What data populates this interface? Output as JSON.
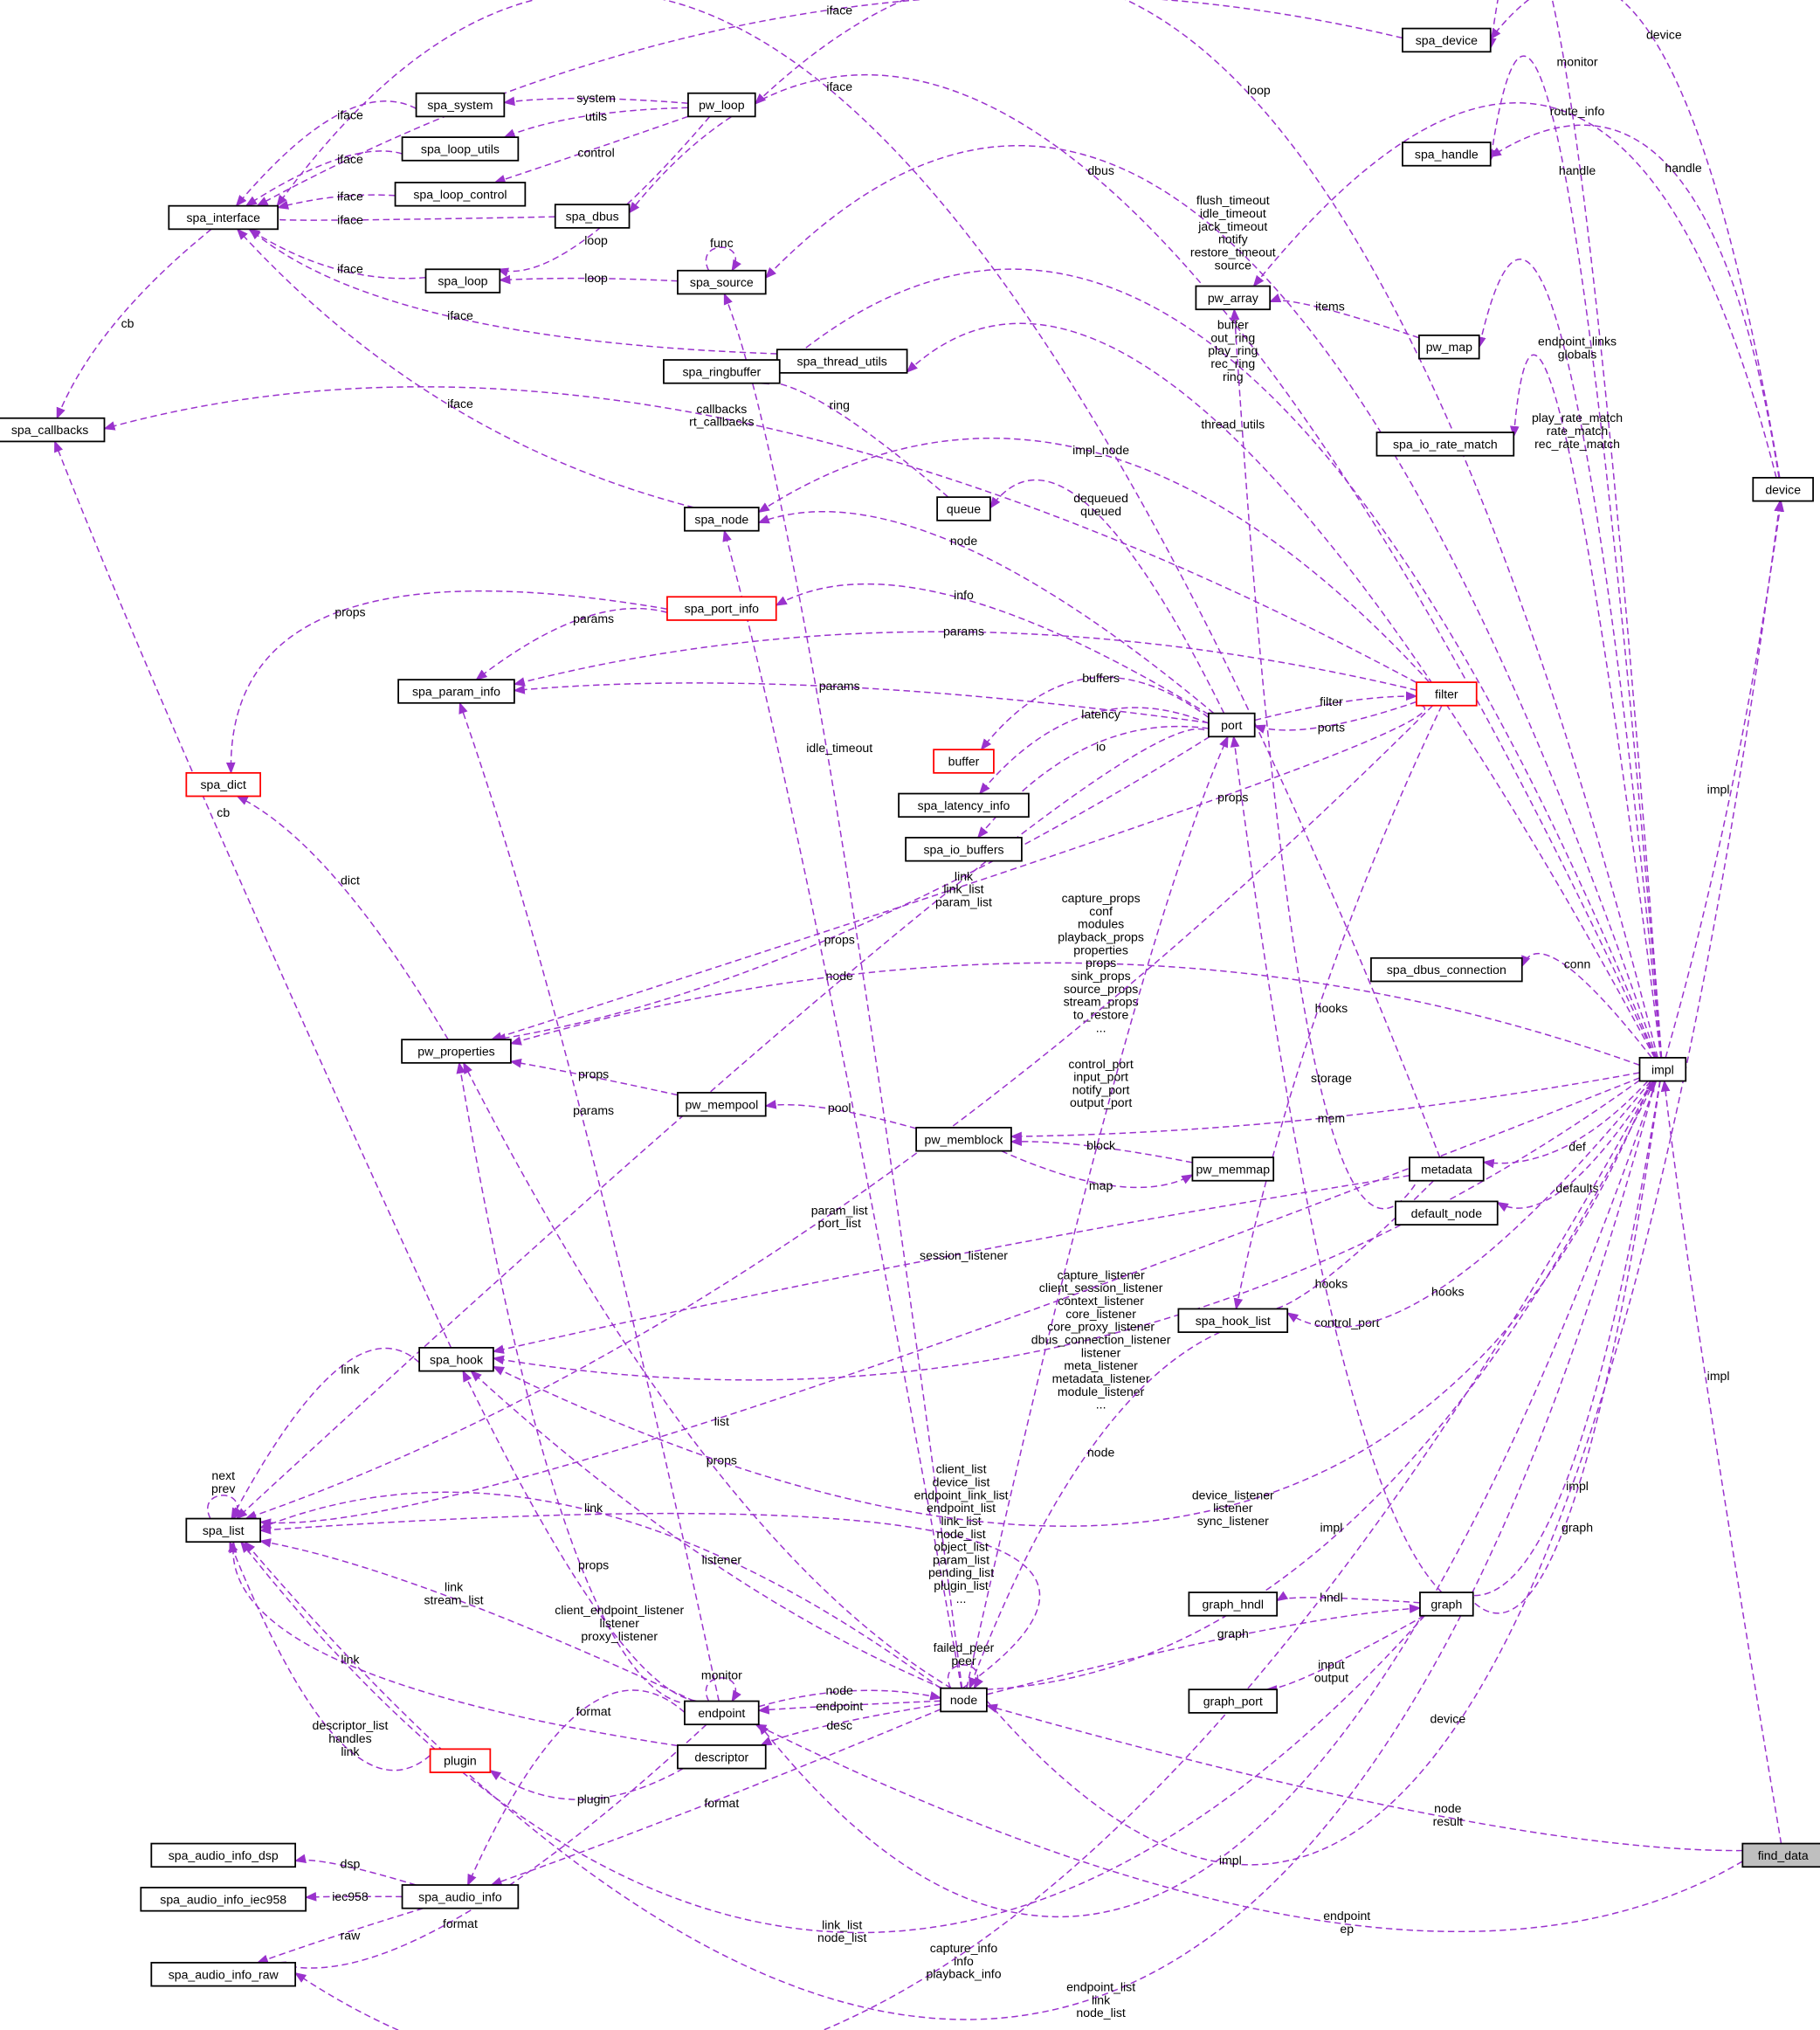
{
  "colors": {
    "edge": "#9a32cd",
    "border": "#000000",
    "red_border": "#ff0000",
    "highlight_fill": "#bfbfbf"
  },
  "nodes": [
    {
      "id": "spa_device",
      "label": "spa_device"
    },
    {
      "id": "spa_handle",
      "label": "spa_handle"
    },
    {
      "id": "spa_system",
      "label": "spa_system"
    },
    {
      "id": "pw_loop",
      "label": "pw_loop"
    },
    {
      "id": "spa_loop_utils",
      "label": "spa_loop_utils"
    },
    {
      "id": "spa_loop_control",
      "label": "spa_loop_control"
    },
    {
      "id": "spa_interface",
      "label": "spa_interface"
    },
    {
      "id": "spa_dbus",
      "label": "spa_dbus"
    },
    {
      "id": "spa_source",
      "label": "spa_source"
    },
    {
      "id": "spa_loop",
      "label": "spa_loop"
    },
    {
      "id": "pw_array",
      "label": "pw_array"
    },
    {
      "id": "pw_map",
      "label": "pw_map"
    },
    {
      "id": "spa_thread_utils",
      "label": "spa_thread_utils"
    },
    {
      "id": "spa_ringbuffer",
      "label": "spa_ringbuffer"
    },
    {
      "id": "spa_callbacks",
      "label": "spa_callbacks"
    },
    {
      "id": "spa_io_rate_match",
      "label": "spa_io_rate_match"
    },
    {
      "id": "device",
      "label": "device"
    },
    {
      "id": "queue",
      "label": "queue"
    },
    {
      "id": "spa_node",
      "label": "spa_node"
    },
    {
      "id": "spa_port_info",
      "label": "spa_port_info",
      "border": "#ff0000"
    },
    {
      "id": "spa_param_info",
      "label": "spa_param_info"
    },
    {
      "id": "filter",
      "label": "filter",
      "border": "#ff0000"
    },
    {
      "id": "port",
      "label": "port"
    },
    {
      "id": "buffer",
      "label": "buffer",
      "border": "#ff0000"
    },
    {
      "id": "spa_dict",
      "label": "spa_dict",
      "border": "#ff0000"
    },
    {
      "id": "spa_latency_info",
      "label": "spa_latency_info"
    },
    {
      "id": "spa_io_buffers",
      "label": "spa_io_buffers"
    },
    {
      "id": "spa_dbus_connection",
      "label": "spa_dbus_connection"
    },
    {
      "id": "pw_properties",
      "label": "pw_properties"
    },
    {
      "id": "impl",
      "label": "impl"
    },
    {
      "id": "pw_mempool",
      "label": "pw_mempool"
    },
    {
      "id": "pw_memblock",
      "label": "pw_memblock"
    },
    {
      "id": "metadata",
      "label": "metadata"
    },
    {
      "id": "pw_memmap",
      "label": "pw_memmap"
    },
    {
      "id": "default_node",
      "label": "default_node"
    },
    {
      "id": "spa_hook_list",
      "label": "spa_hook_list"
    },
    {
      "id": "spa_hook",
      "label": "spa_hook"
    },
    {
      "id": "spa_list",
      "label": "spa_list"
    },
    {
      "id": "graph_hndl",
      "label": "graph_hndl"
    },
    {
      "id": "graph",
      "label": "graph"
    },
    {
      "id": "graph_port",
      "label": "graph_port"
    },
    {
      "id": "endpoint",
      "label": "endpoint"
    },
    {
      "id": "node",
      "label": "node"
    },
    {
      "id": "descriptor",
      "label": "descriptor"
    },
    {
      "id": "plugin",
      "label": "plugin",
      "border": "#ff0000"
    },
    {
      "id": "find_data",
      "label": "find_data",
      "fill": "#bfbfbf"
    },
    {
      "id": "spa_audio_info_dsp",
      "label": "spa_audio_info_dsp"
    },
    {
      "id": "spa_audio_info_iec958",
      "label": "spa_audio_info_iec958"
    },
    {
      "id": "spa_audio_info",
      "label": "spa_audio_info"
    },
    {
      "id": "spa_audio_info_raw",
      "label": "spa_audio_info_raw"
    }
  ],
  "edges": [
    {
      "from": "device",
      "to": "spa_device",
      "label": [
        "device"
      ]
    },
    {
      "from": "impl",
      "to": "spa_device",
      "label": [
        "monitor"
      ]
    },
    {
      "from": "spa_device",
      "to": "spa_interface",
      "label": [
        "iface"
      ]
    },
    {
      "from": "metadata",
      "to": "spa_interface",
      "label": [
        "iface"
      ]
    },
    {
      "from": "impl",
      "to": "pw_loop",
      "label": [
        "loop"
      ]
    },
    {
      "from": "pw_loop",
      "to": "spa_system",
      "label": [
        "system"
      ]
    },
    {
      "from": "pw_loop",
      "to": "spa_loop_utils",
      "label": [
        "utils"
      ]
    },
    {
      "from": "pw_loop",
      "to": "spa_loop_control",
      "label": [
        "control"
      ]
    },
    {
      "from": "pw_loop",
      "to": "spa_loop",
      "label": [
        "loop"
      ]
    },
    {
      "from": "spa_system",
      "to": "spa_interface",
      "label": [
        "iface"
      ]
    },
    {
      "from": "spa_loop_utils",
      "to": "spa_interface",
      "label": [
        "iface"
      ]
    },
    {
      "from": "spa_loop_control",
      "to": "spa_interface",
      "label": [
        "iface"
      ]
    },
    {
      "from": "spa_dbus",
      "to": "spa_interface",
      "label": [
        "iface"
      ]
    },
    {
      "from": "spa_loop",
      "to": "spa_interface",
      "label": [
        "iface"
      ]
    },
    {
      "from": "spa_thread_utils",
      "to": "spa_interface",
      "label": [
        "iface"
      ]
    },
    {
      "from": "spa_node",
      "to": "spa_interface",
      "label": [
        "iface"
      ]
    },
    {
      "from": "spa_interface",
      "to": "spa_callbacks",
      "label": [
        "cb"
      ]
    },
    {
      "from": "impl",
      "to": "spa_dbus",
      "label": [
        "dbus"
      ]
    },
    {
      "from": "device",
      "to": "spa_handle",
      "label": [
        "handle"
      ]
    },
    {
      "from": "impl",
      "to": "spa_handle",
      "label": [
        "handle"
      ]
    },
    {
      "from": "device",
      "to": "pw_array",
      "label": [
        "route_info"
      ]
    },
    {
      "from": "impl",
      "to": "spa_source",
      "label": [
        "flush_timeout",
        "idle_timeout",
        "jack_timeout",
        "notify",
        "restore_timeout",
        "source"
      ]
    },
    {
      "from": "spa_source",
      "to": "spa_source",
      "label": [
        "func"
      ]
    },
    {
      "from": "spa_source",
      "to": "spa_loop",
      "label": [
        "loop"
      ]
    },
    {
      "from": "impl",
      "to": "spa_ringbuffer",
      "label": [
        "buffer",
        "out_ring",
        "play_ring",
        "rec_ring",
        "ring"
      ]
    },
    {
      "from": "pw_map",
      "to": "pw_array",
      "label": [
        "items"
      ]
    },
    {
      "from": "impl",
      "to": "pw_map",
      "label": [
        "endpoint_links",
        "globals"
      ]
    },
    {
      "from": "impl",
      "to": "spa_thread_utils",
      "label": [
        "thread_utils"
      ]
    },
    {
      "from": "filter",
      "to": "spa_callbacks",
      "label": [
        "callbacks",
        "rt_callbacks"
      ]
    },
    {
      "from": "queue",
      "to": "spa_ringbuffer",
      "label": [
        "ring"
      ]
    },
    {
      "from": "impl",
      "to": "spa_io_rate_match",
      "label": [
        "play_rate_match",
        "rate_match",
        "rec_rate_match"
      ]
    },
    {
      "from": "impl",
      "to": "device",
      "label": [
        "impl"
      ]
    },
    {
      "from": "filter",
      "to": "spa_node",
      "label": [
        "impl_node"
      ]
    },
    {
      "from": "port",
      "to": "queue",
      "label": [
        "dequeued",
        "queued"
      ]
    },
    {
      "from": "port",
      "to": "spa_node",
      "label": [
        "node"
      ]
    },
    {
      "from": "port",
      "to": "spa_port_info",
      "label": [
        "info"
      ]
    },
    {
      "from": "filter",
      "to": "spa_param_info",
      "label": [
        "params"
      ]
    },
    {
      "from": "port",
      "to": "spa_param_info",
      "label": [
        "params"
      ]
    },
    {
      "from": "spa_port_info",
      "to": "spa_param_info",
      "label": [
        "params"
      ]
    },
    {
      "from": "spa_port_info",
      "to": "spa_dict",
      "label": [
        "props"
      ]
    },
    {
      "from": "port",
      "to": "buffer",
      "label": [
        "buffers"
      ]
    },
    {
      "from": "port",
      "to": "spa_latency_info",
      "label": [
        "latency"
      ]
    },
    {
      "from": "port",
      "to": "spa_io_buffers",
      "label": [
        "io"
      ]
    },
    {
      "from": "port",
      "to": "filter",
      "label": [
        "filter"
      ]
    },
    {
      "from": "filter",
      "to": "port",
      "label": [
        "ports"
      ]
    },
    {
      "from": "filter",
      "to": "pw_properties",
      "label": [
        "props"
      ]
    },
    {
      "from": "port",
      "to": "pw_properties",
      "label": [
        "props"
      ]
    },
    {
      "from": "node",
      "to": "spa_source",
      "label": [
        "idle_timeout"
      ]
    },
    {
      "from": "port",
      "to": "spa_list",
      "label": [
        "link",
        "link_list",
        "param_list"
      ]
    },
    {
      "from": "pw_properties",
      "to": "spa_dict",
      "label": [
        "dict"
      ]
    },
    {
      "from": "spa_hook",
      "to": "spa_callbacks",
      "label": [
        "cb"
      ]
    },
    {
      "from": "node",
      "to": "spa_node",
      "label": [
        "node"
      ]
    },
    {
      "from": "impl",
      "to": "pw_properties",
      "label": [
        "capture_props",
        "conf",
        "modules",
        "playback_props",
        "properties",
        "props",
        "sink_props",
        "source_props",
        "stream_props",
        "to_restore",
        "..."
      ]
    },
    {
      "from": "node",
      "to": "port",
      "label": [
        "control_port",
        "input_port",
        "notify_port",
        "output_port"
      ]
    },
    {
      "from": "impl",
      "to": "spa_dbus_connection",
      "label": [
        "conn"
      ]
    },
    {
      "from": "pw_mempool",
      "to": "pw_properties",
      "label": [
        "props"
      ]
    },
    {
      "from": "endpoint",
      "to": "spa_param_info",
      "label": [
        "params"
      ]
    },
    {
      "from": "pw_memblock",
      "to": "pw_mempool",
      "label": [
        "pool"
      ]
    },
    {
      "from": "impl",
      "to": "pw_memblock",
      "label": [
        "mem"
      ]
    },
    {
      "from": "pw_memmap",
      "to": "pw_memblock",
      "label": [
        "block"
      ]
    },
    {
      "from": "pw_memblock",
      "to": "pw_memmap",
      "label": [
        "map"
      ]
    },
    {
      "from": "metadata",
      "to": "pw_array",
      "label": [
        "storage"
      ]
    },
    {
      "from": "graph",
      "to": "port",
      "label": [
        "control_port"
      ]
    },
    {
      "from": "impl",
      "to": "metadata",
      "label": [
        "def"
      ]
    },
    {
      "from": "impl",
      "to": "default_node",
      "label": [
        "defaults"
      ]
    },
    {
      "from": "impl",
      "to": "spa_hook_list",
      "label": [
        "hooks"
      ]
    },
    {
      "from": "metadata",
      "to": "spa_hook_list",
      "label": [
        "hooks"
      ]
    },
    {
      "from": "filter",
      "to": "spa_hook_list",
      "label": [
        "hooks"
      ]
    },
    {
      "from": "filter",
      "to": "spa_list",
      "label": [
        "param_list",
        "port_list"
      ]
    },
    {
      "from": "metadata",
      "to": "spa_hook",
      "label": [
        "session_listener"
      ]
    },
    {
      "from": "impl",
      "to": "spa_hook",
      "label": [
        "capture_listener",
        "client_session_listener",
        "context_listener",
        "core_listener",
        "core_proxy_listener",
        "dbus_connection_listener",
        "listener",
        "meta_listener",
        "metadata_listener",
        "module_listener",
        "..."
      ]
    },
    {
      "from": "spa_hook",
      "to": "spa_list",
      "label": [
        "link"
      ]
    },
    {
      "from": "spa_list",
      "to": "spa_list",
      "label": [
        "next",
        "prev"
      ]
    },
    {
      "from": "impl",
      "to": "spa_list",
      "label": [
        "list"
      ]
    },
    {
      "from": "spa_hook_list",
      "to": "node",
      "label": [
        "node"
      ]
    },
    {
      "from": "node",
      "to": "spa_list",
      "label": [
        "client_list",
        "device_list",
        "endpoint_link_list",
        "endpoint_list",
        "link_list",
        "node_list",
        "object_list",
        "param_list",
        "pending_list",
        "plugin_list",
        "..."
      ]
    },
    {
      "from": "node",
      "to": "pw_properties",
      "label": [
        "props"
      ]
    },
    {
      "from": "impl",
      "to": "spa_hook",
      "label": [
        "device_listener",
        "listener",
        "sync_listener"
      ]
    },
    {
      "from": "node",
      "to": "spa_list",
      "label": [
        "link"
      ]
    },
    {
      "from": "node",
      "to": "spa_hook",
      "label": [
        "listener"
      ]
    },
    {
      "from": "endpoint",
      "to": "pw_properties",
      "label": [
        "props"
      ]
    },
    {
      "from": "endpoint",
      "to": "spa_list",
      "label": [
        "link",
        "stream_list"
      ]
    },
    {
      "from": "endpoint",
      "to": "spa_hook",
      "label": [
        "client_endpoint_listener",
        "listener",
        "proxy_listener"
      ]
    },
    {
      "from": "descriptor",
      "to": "spa_list",
      "label": [
        "link"
      ]
    },
    {
      "from": "endpoint",
      "to": "endpoint",
      "label": [
        "monitor"
      ]
    },
    {
      "from": "node",
      "to": "node",
      "label": [
        "failed_peer",
        "peer"
      ]
    },
    {
      "from": "node",
      "to": "impl",
      "label": [
        "impl"
      ]
    },
    {
      "from": "impl",
      "to": "graph",
      "label": [
        "impl"
      ]
    },
    {
      "from": "impl",
      "to": "graph",
      "label": [
        "graph"
      ]
    },
    {
      "from": "graph",
      "to": "graph_hndl",
      "label": [
        "hndl"
      ]
    },
    {
      "from": "node",
      "to": "graph",
      "label": [
        "graph"
      ]
    },
    {
      "from": "graph",
      "to": "graph_port",
      "label": [
        "input",
        "output"
      ]
    },
    {
      "from": "endpoint",
      "to": "node",
      "label": [
        "node"
      ]
    },
    {
      "from": "node",
      "to": "endpoint",
      "label": [
        "endpoint"
      ]
    },
    {
      "from": "node",
      "to": "descriptor",
      "label": [
        "desc"
      ]
    },
    {
      "from": "node",
      "to": "device",
      "label": [
        "device"
      ]
    },
    {
      "from": "descriptor",
      "to": "plugin",
      "label": [
        "plugin"
      ]
    },
    {
      "from": "plugin",
      "to": "spa_list",
      "label": [
        "descriptor_list",
        "handles",
        "link"
      ]
    },
    {
      "from": "endpoint",
      "to": "spa_audio_info",
      "label": [
        "format"
      ]
    },
    {
      "from": "node",
      "to": "spa_audio_info",
      "label": [
        "format"
      ]
    },
    {
      "from": "spa_audio_info",
      "to": "spa_audio_info_dsp",
      "label": [
        "dsp"
      ]
    },
    {
      "from": "spa_audio_info",
      "to": "spa_audio_info_iec958",
      "label": [
        "iec958"
      ]
    },
    {
      "from": "spa_audio_info",
      "to": "spa_audio_info_raw",
      "label": [
        "raw"
      ]
    },
    {
      "from": "endpoint",
      "to": "spa_audio_info_raw",
      "label": [
        "format"
      ]
    },
    {
      "from": "find_data",
      "to": "node",
      "label": [
        "node",
        "result"
      ]
    },
    {
      "from": "impl",
      "to": "endpoint",
      "label": [
        "impl"
      ]
    },
    {
      "from": "graph",
      "to": "spa_list",
      "label": [
        "link_list",
        "node_list"
      ]
    },
    {
      "from": "find_data",
      "to": "endpoint",
      "label": [
        "endpoint",
        "ep"
      ]
    },
    {
      "from": "impl",
      "to": "spa_audio_info_raw",
      "label": [
        "capture_info",
        "info",
        "playback_info"
      ]
    },
    {
      "from": "impl",
      "to": "spa_list",
      "label": [
        "endpoint_list",
        "link",
        "node_list"
      ]
    },
    {
      "from": "find_data",
      "to": "impl",
      "label": [
        "impl"
      ]
    }
  ]
}
